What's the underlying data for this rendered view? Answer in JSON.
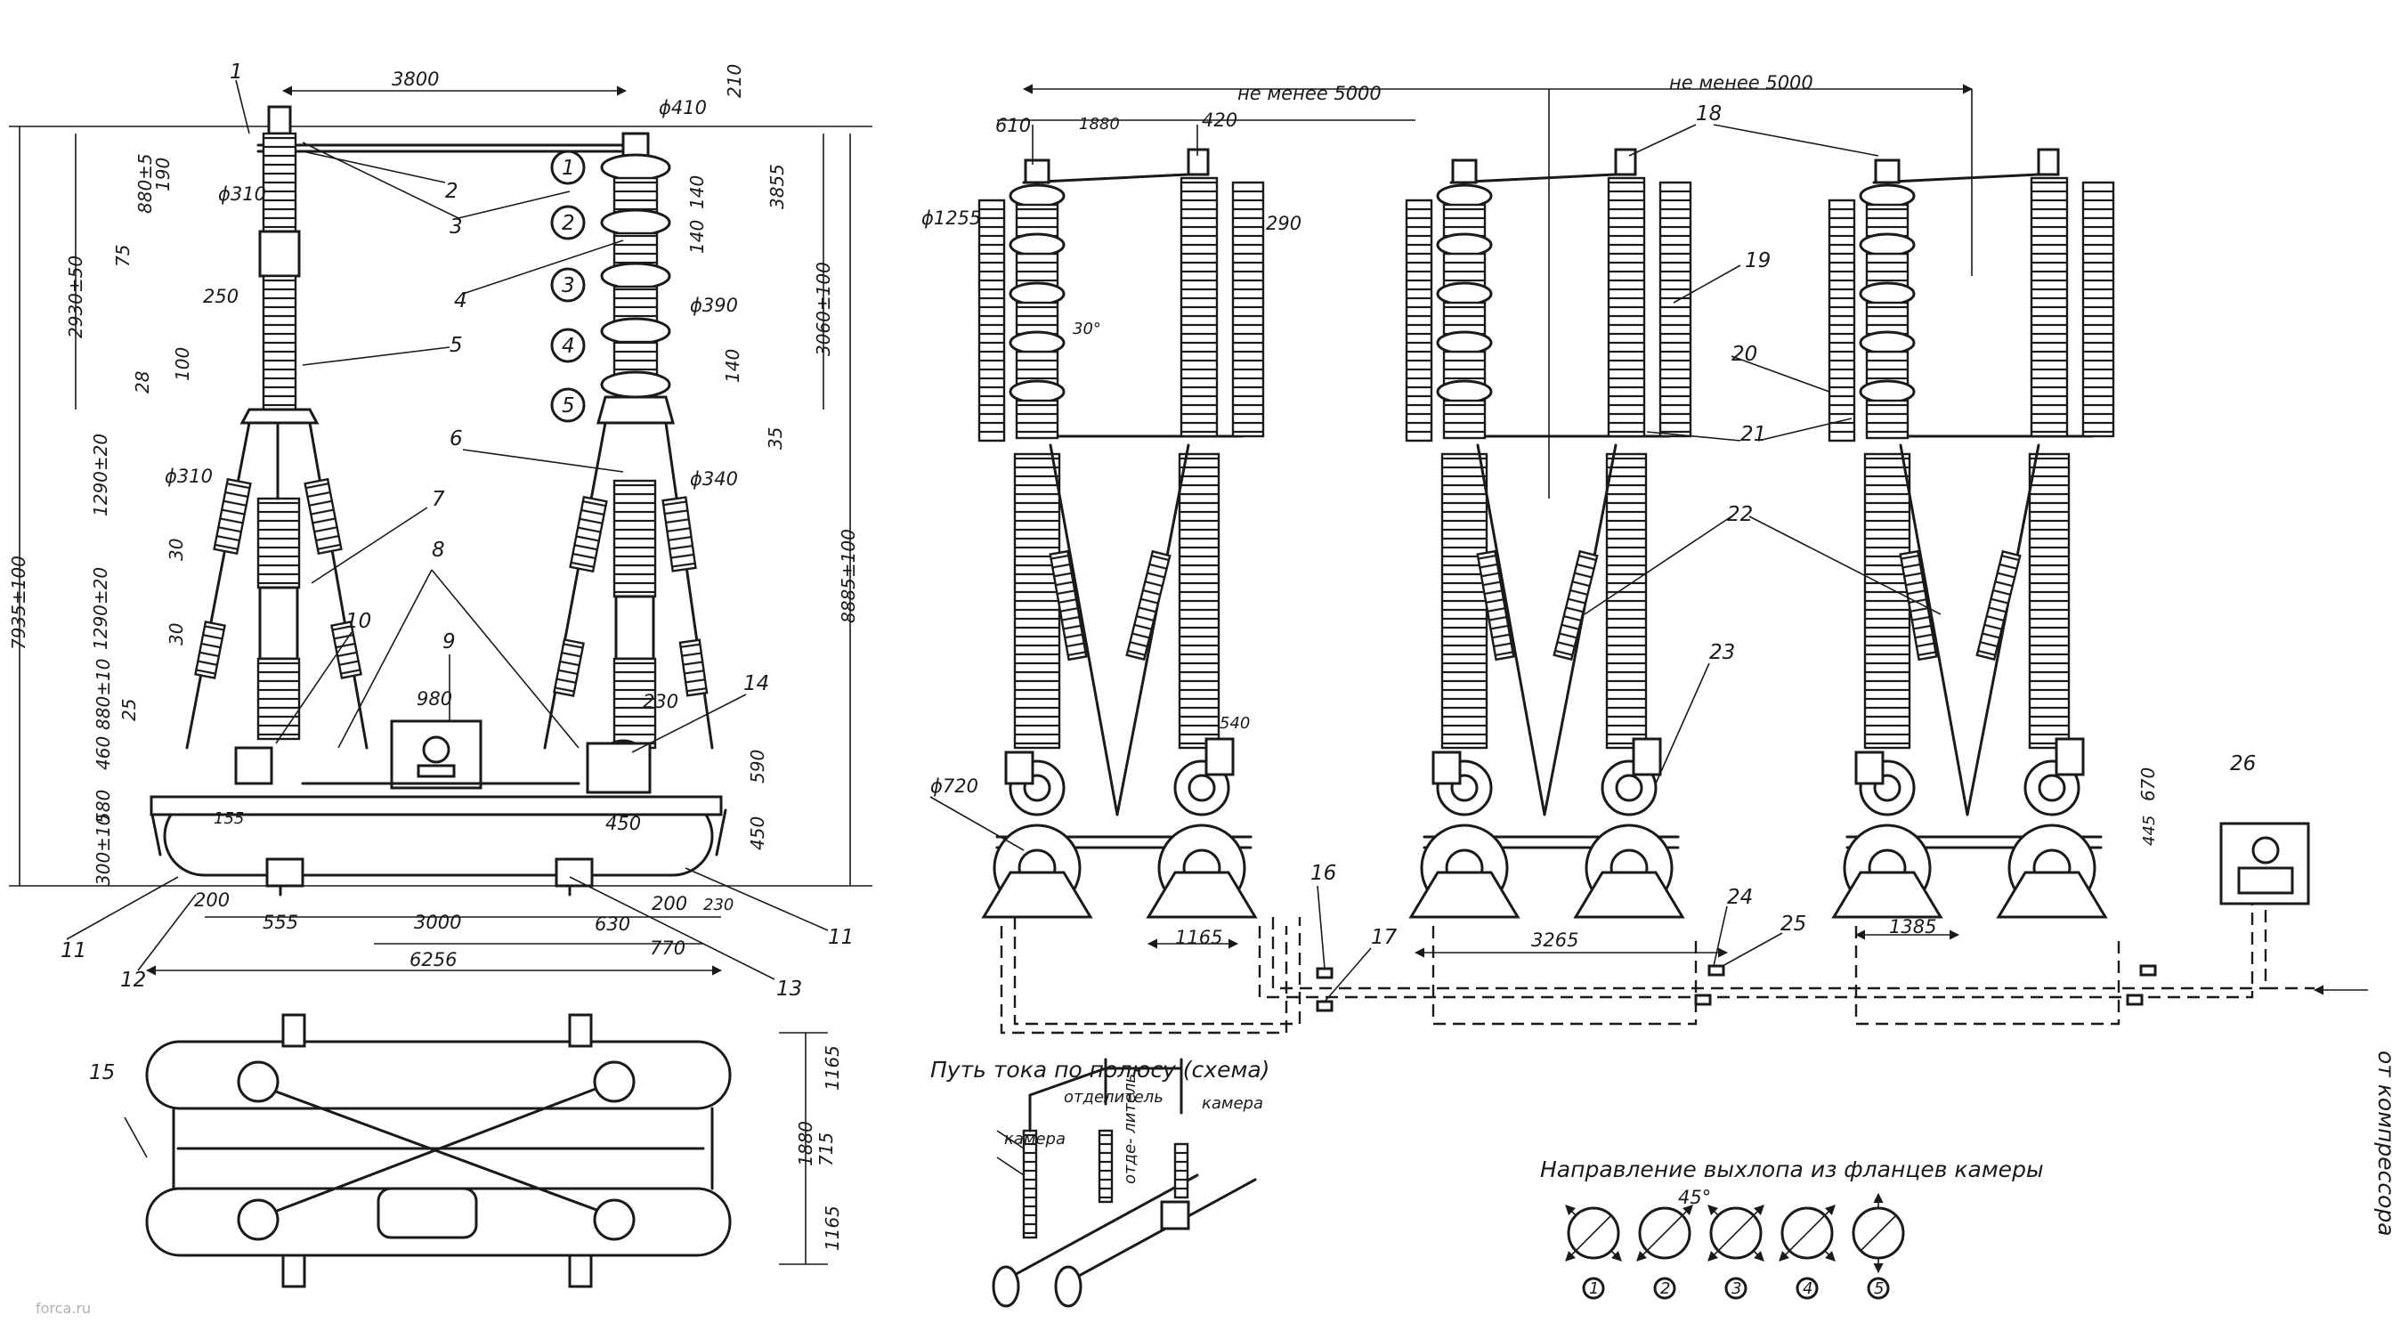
{
  "top_dims": {
    "d3800": "3800",
    "dia410": "ϕ410",
    "d210": "210",
    "not_less_5000_a": "не менее 5000",
    "not_less_5000_b": "не менее 5000",
    "d610": "610",
    "d1880": "1880",
    "d420": "420"
  },
  "left_dims": {
    "d7935": "7935±100",
    "d2930": "2930±50",
    "d880": "880±5",
    "d75": "75",
    "d190": "190",
    "dia310a": "ϕ310",
    "d250": "250",
    "d100": "100",
    "d28": "28",
    "d1290a": "1290±20",
    "d1290b": "1290±20",
    "dia310b": "ϕ310",
    "d30a": "30",
    "d30b": "30",
    "d880b": "880±10",
    "d25": "25",
    "d460": "460",
    "d580": "580",
    "d300": "300±10"
  },
  "right_dims": {
    "d140a": "140",
    "d3855": "3855",
    "d140b": "140",
    "dia390": "ϕ390",
    "d140c": "140",
    "d35": "35",
    "d3060": "3060±100",
    "dia340": "ϕ340",
    "d8885": "8885±100",
    "d230": "230",
    "d590": "590",
    "d450a": "450",
    "d450b": "450"
  },
  "base_dims": {
    "d200a": "200",
    "d555": "555",
    "d3000": "3000",
    "d630": "630",
    "d200b": "200",
    "d230b": "230",
    "d770": "770",
    "d6256": "6256",
    "d155": "155",
    "d980": "980"
  },
  "plan_dims": {
    "d1165a": "1165",
    "d1880": "1880",
    "d715": "715",
    "d1165b": "1165"
  },
  "mid_dims": {
    "dia1255": "ϕ1255",
    "d290": "290",
    "angle30": "30°",
    "d540": "540",
    "dia720": "ϕ720",
    "d1165": "1165",
    "d3265": "3265",
    "d1385": "1385",
    "d670": "670",
    "d445": "445"
  },
  "circled": [
    "1",
    "2",
    "3",
    "4",
    "5"
  ],
  "positions": [
    "1",
    "2",
    "3",
    "4",
    "5",
    "6",
    "7",
    "8",
    "9",
    "10",
    "11",
    "11",
    "12",
    "13",
    "14",
    "15",
    "16",
    "17",
    "18",
    "19",
    "20",
    "21",
    "22",
    "23",
    "24",
    "25",
    "26"
  ],
  "schema": {
    "title": "Путь тока по полюсу (схема)",
    "otdelitel_top": "отделитель",
    "kamera_right": "камера",
    "kamera_left": "камера",
    "otdelitel_mid": "отде- литель"
  },
  "exhaust": {
    "title": "Направление выхлопа из фланцев камеры",
    "angle": "45°",
    "labels": [
      "1",
      "2",
      "3",
      "4",
      "5"
    ]
  },
  "side_note": "от компрессора",
  "watermark": "forca.ru"
}
